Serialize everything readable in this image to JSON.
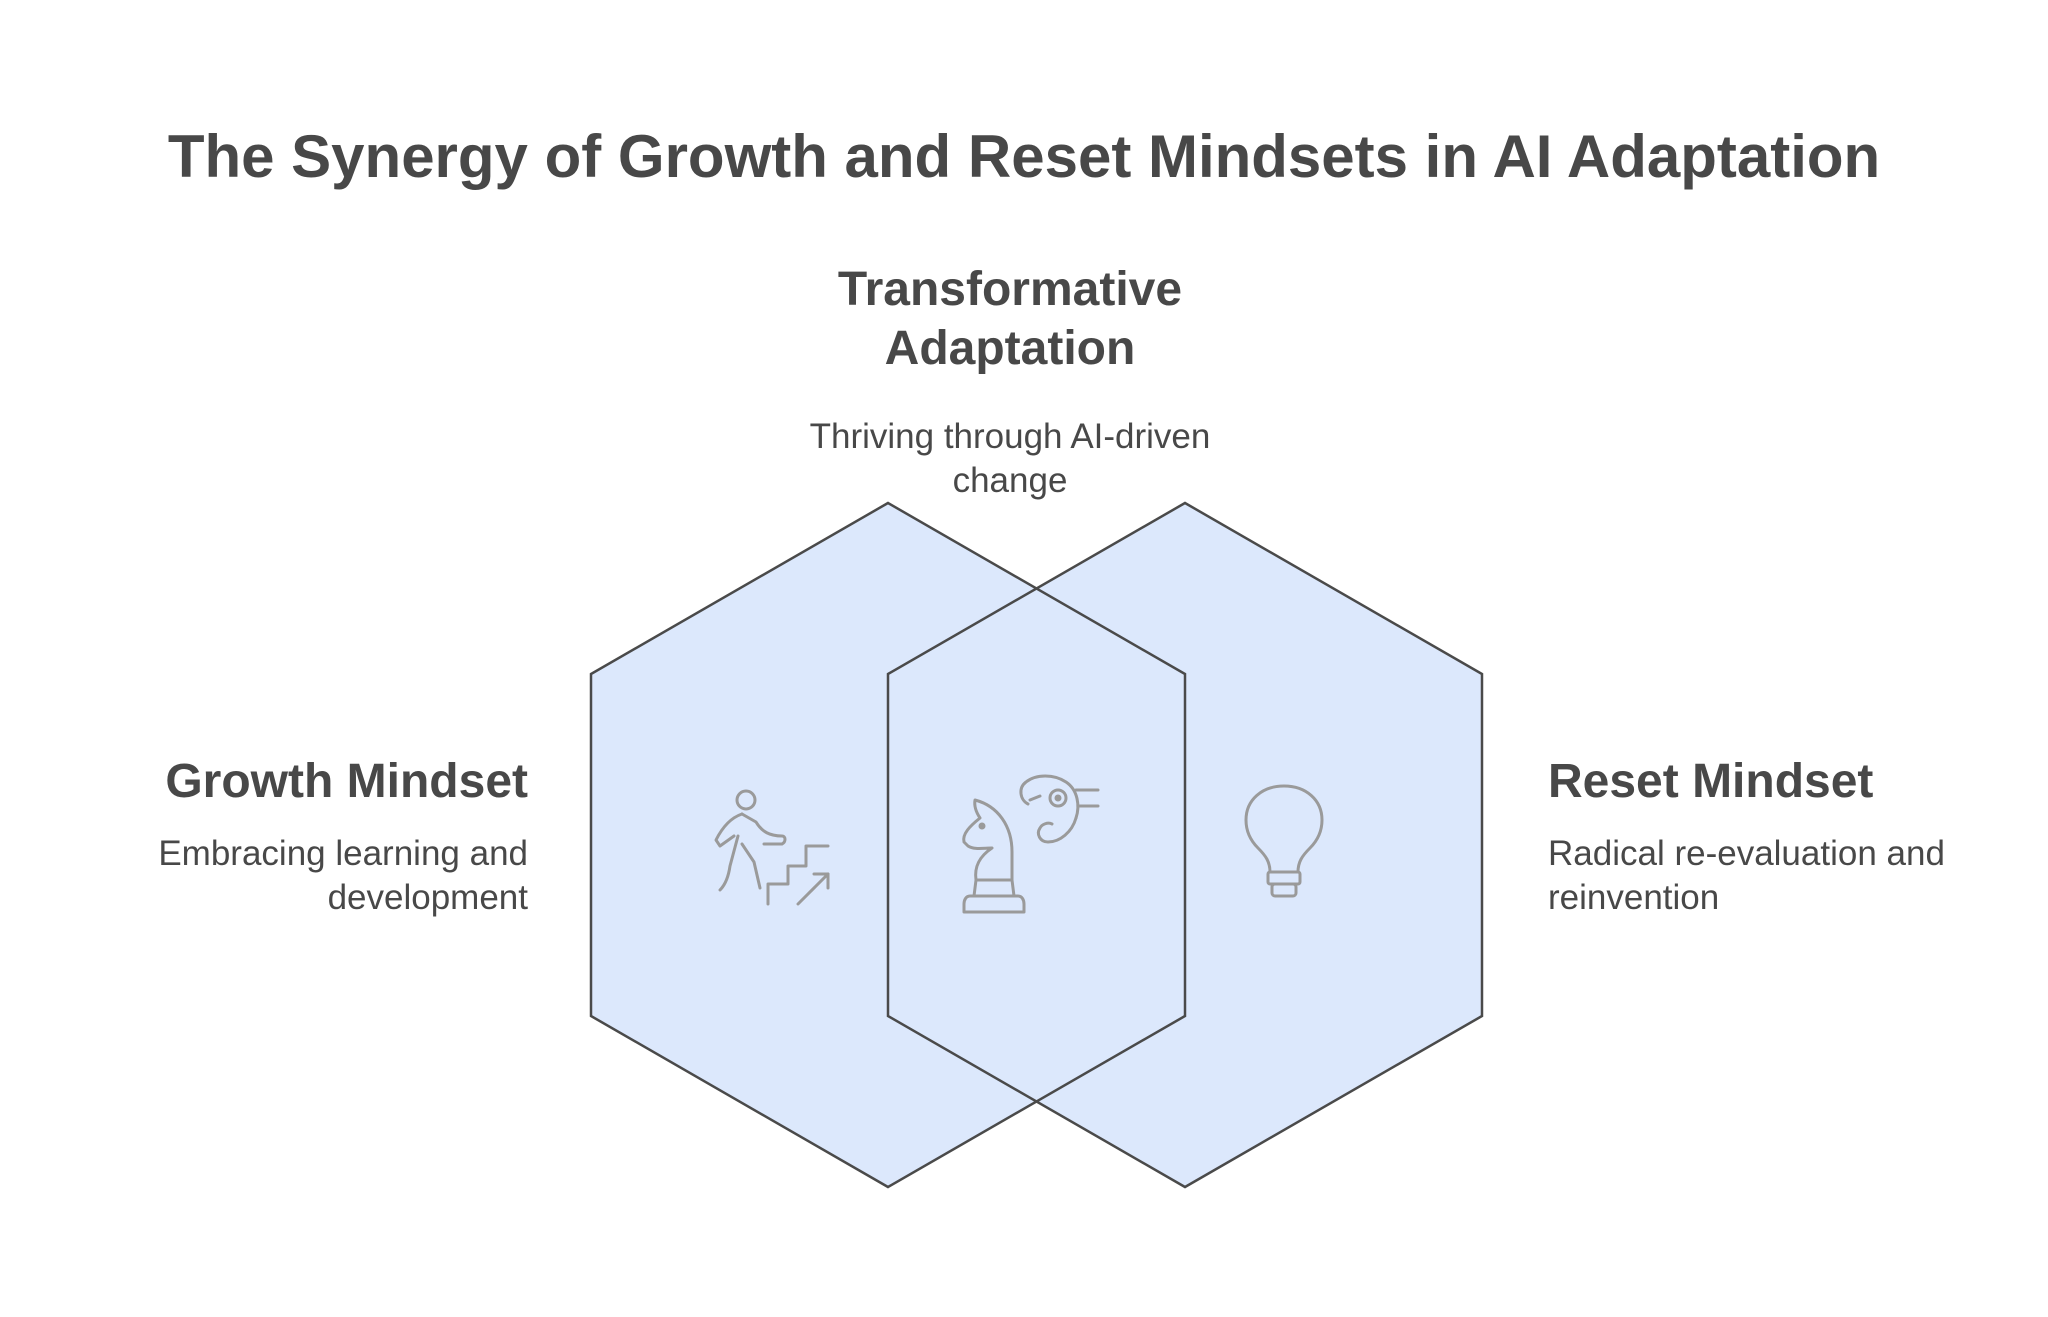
{
  "title": "The Synergy of Growth and Reset Mindsets in AI Adaptation",
  "colors": {
    "hex_fill": "#dce8fc",
    "hex_stroke": "#4a4a4a",
    "icon_stroke": "#9a9a9a",
    "text": "#484848"
  },
  "intersection": {
    "heading_line1": "Transformative",
    "heading_line2": "Adaptation",
    "description_line1": "Thriving through AI-driven",
    "description_line2": "change",
    "icon": "chess-knight-ai-icon"
  },
  "left": {
    "heading": "Growth Mindset",
    "description_line1": "Embracing learning and",
    "description_line2": "development",
    "icon": "climbing-stairs-icon"
  },
  "right": {
    "heading": "Reset Mindset",
    "description_line1": "Radical re-evaluation and",
    "description_line2": "reinvention",
    "icon": "lightbulb-icon"
  }
}
